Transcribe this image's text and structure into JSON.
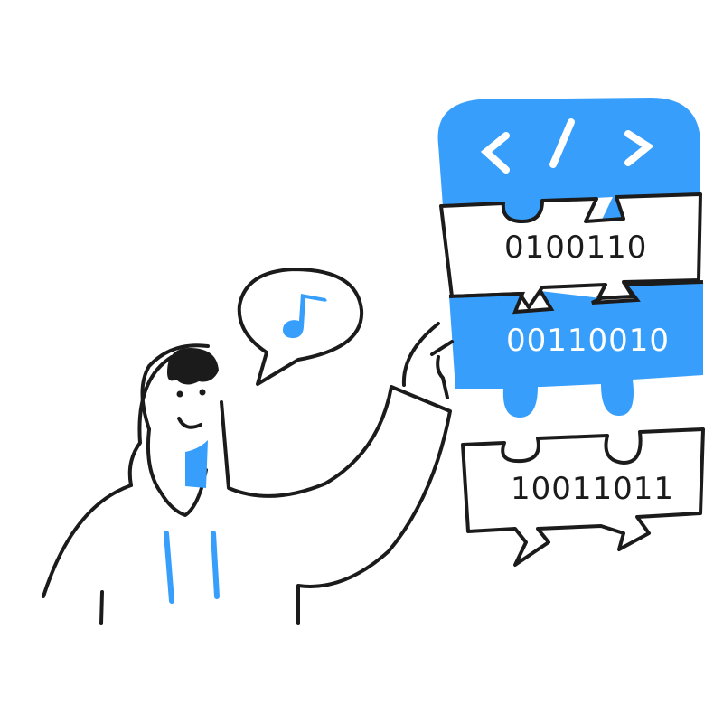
{
  "illustration": {
    "subject": "person in hoodie assembling code puzzle pieces",
    "colors": {
      "accent": "#379FFB",
      "ink": "#1B1B1B",
      "background": "#FFFFFF"
    },
    "code_piece": {
      "icon": "code-brackets-icon",
      "symbol": "< / >"
    },
    "pieces": [
      {
        "text": "0100110",
        "fill": "white"
      },
      {
        "text": "00110010",
        "fill": "blue"
      },
      {
        "text": "10011011",
        "fill": "white"
      }
    ],
    "speech_bubble": {
      "icon": "music-note-icon"
    }
  }
}
